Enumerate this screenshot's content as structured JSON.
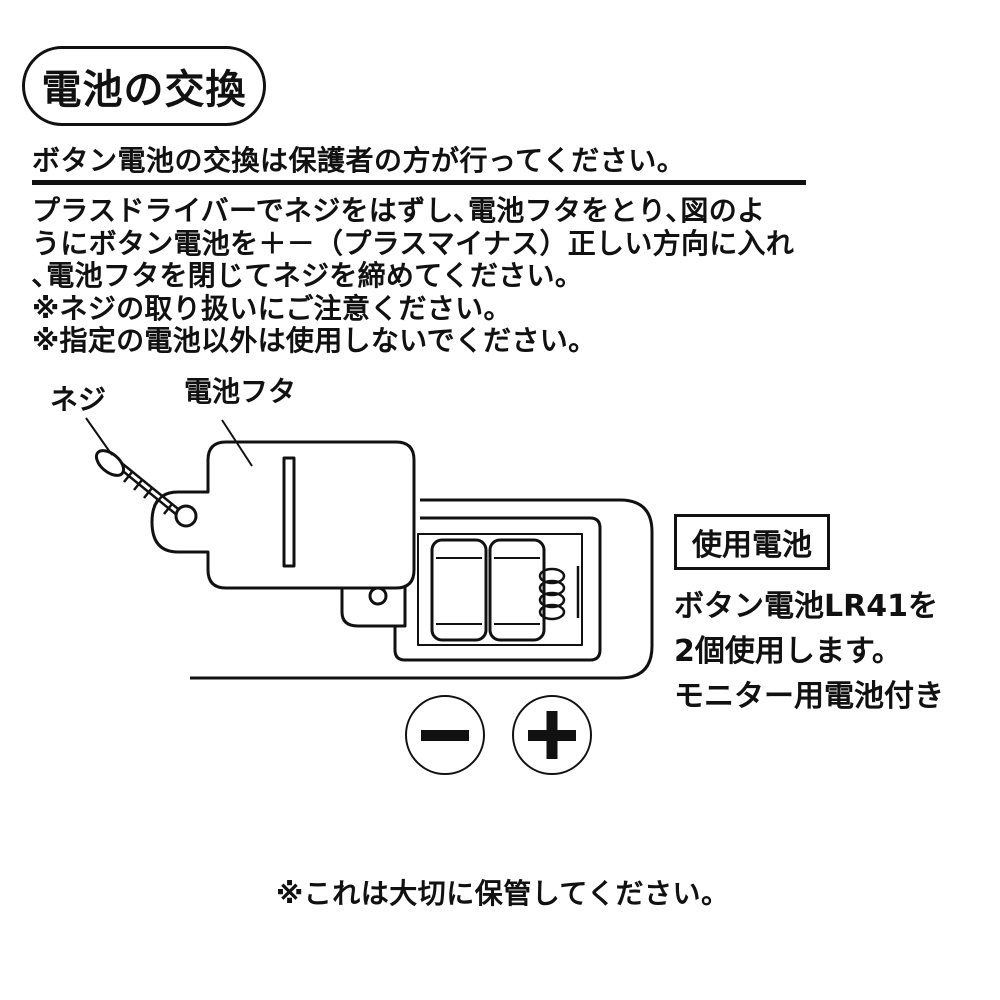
{
  "title": "電池の交換",
  "subtitle": "ボタン電池の交換は保護者の方が行ってください。",
  "instructions": [
    "プラスドライバーでネジをはずし､電池フタをとり､図のよ",
    "うにボタン電池を＋－（プラスマイナス）正しい方向に入れ",
    "､電池フタを閉じてネジを締めてください。",
    "※ネジの取り扱いにご注意ください。",
    "※指定の電池以外は使用しないでください。"
  ],
  "diagram": {
    "screw_label": "ネジ",
    "cover_label": "電池フタ",
    "minus_icon": "minus-icon",
    "plus_icon": "plus-icon"
  },
  "battery_info": {
    "box_label": "使用電池",
    "lines": [
      "ボタン電池LR41を",
      "2個使用します。",
      "モニター用電池付き"
    ]
  },
  "footer": "※これは大切に保管してください。"
}
